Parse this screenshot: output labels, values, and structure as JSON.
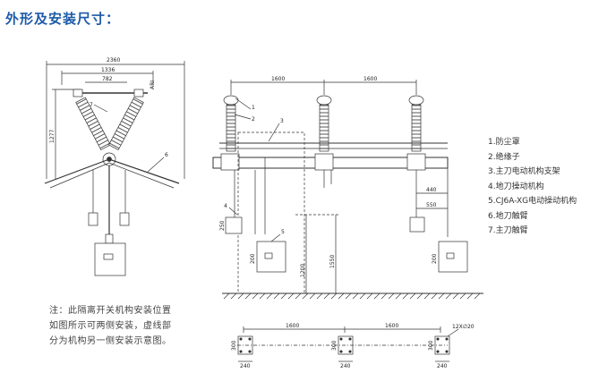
{
  "title": "外形及安装尺寸：",
  "legend": [
    "1.防尘罩",
    "2.绝缘子",
    "3.主刀电动机构支架",
    "4.地刀操动机构",
    "5.CJ6A-XG电动操动机构",
    "6.地刀触臂",
    "7.主刀触臂"
  ],
  "note": {
    "line1": "注：此隔离开关机构安装位置",
    "line2": "如图所示可两侧安装，虚线部",
    "line3": "分为机构另一侧安装示意图。"
  },
  "side_view": {
    "dim_total": "2360",
    "dim_mid": "1336",
    "dim_inner": "782",
    "dim_height": "1277",
    "dim_angle": "ARI",
    "callout_6": "6",
    "callout_7": "7"
  },
  "front_view": {
    "dim_span_1": "1600",
    "dim_span_2": "1600",
    "dim_440": "440",
    "dim_550": "550",
    "dim_1200": "1200",
    "dim_1550": "1550",
    "dim_250": "250",
    "dim_200_a": "200",
    "dim_200_b": "200",
    "callout_1": "1",
    "callout_2": "2",
    "callout_3": "3",
    "callout_4": "4",
    "callout_5": "5"
  },
  "base_plan": {
    "dim_span_1": "1600",
    "dim_span_2": "1600",
    "dim_holes": "12X∅20",
    "dim_300_a": "300",
    "dim_300_b": "300",
    "dim_300_c": "300",
    "dim_240_a": "240",
    "dim_240_b": "240",
    "dim_240_c": "240"
  }
}
